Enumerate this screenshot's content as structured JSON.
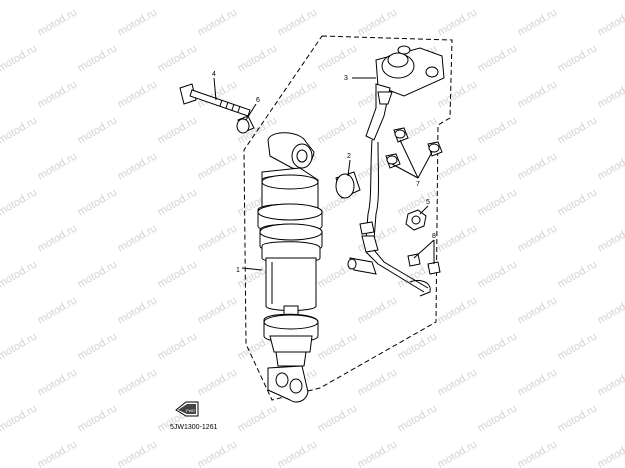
{
  "watermark": {
    "text": "motod.ru"
  },
  "callouts": [
    {
      "id": "1",
      "text": "1"
    },
    {
      "id": "2",
      "text": "2"
    },
    {
      "id": "3",
      "text": "3"
    },
    {
      "id": "4",
      "text": "4"
    },
    {
      "id": "5",
      "text": "5"
    },
    {
      "id": "6",
      "text": "6"
    },
    {
      "id": "7",
      "text": "7"
    },
    {
      "id": "8",
      "text": "8"
    }
  ],
  "footer": {
    "fwd_label": "FWD",
    "diagram_code": "5JW1300-1261"
  }
}
